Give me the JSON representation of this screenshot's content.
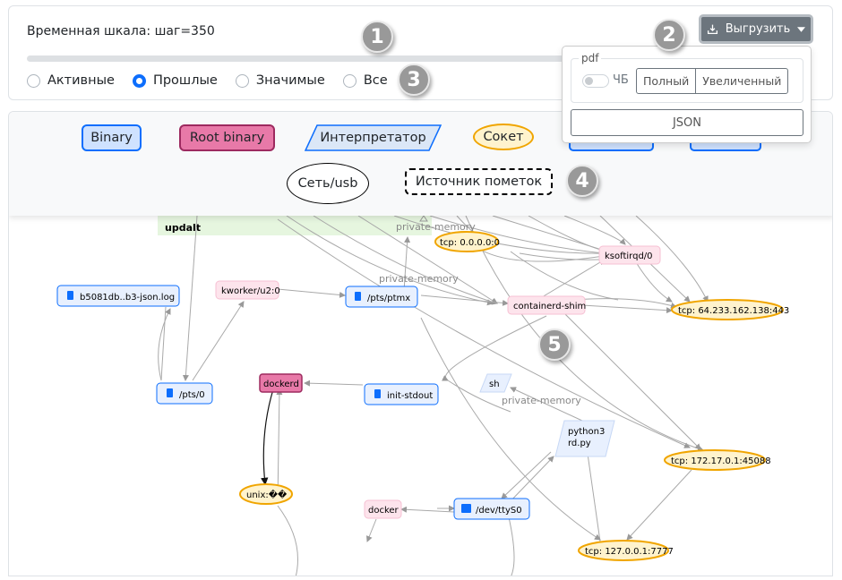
{
  "timeline": {
    "title": "Временная шкала: шаг=350"
  },
  "filters": [
    {
      "label": "Активные",
      "selected": false
    },
    {
      "label": "Прошлые",
      "selected": true
    },
    {
      "label": "Значимые",
      "selected": false
    },
    {
      "label": "Все",
      "selected": false
    }
  ],
  "export": {
    "button_label": "Выгрузить",
    "pdf_legend": "pdf",
    "bw_label": "ЧБ",
    "full_label": "Полный",
    "zoomed_label": "Увеличенный",
    "json_label": "JSON"
  },
  "legend": {
    "binary": "Binary",
    "root_binary": "Root binary",
    "interpreter": "Интерпретатор",
    "socket": "Сокет",
    "net_usb": "Сеть/usb",
    "mark_source": "Источник пометок"
  },
  "badges": [
    "1",
    "2",
    "3",
    "4",
    "5"
  ],
  "graph": {
    "group_label": "updalt",
    "edge_labels": [
      "private-memory",
      "private-memory",
      "private-memory"
    ],
    "nodes": {
      "b5081": "b5081db..b3-json.log",
      "kworker": "kworker/u2:0",
      "ptmx": "/pts/ptmx",
      "containerd": "containerd-shim",
      "pts0": "/pts/0",
      "dockerd": "dockerd",
      "initstdout": "init-stdout",
      "sh": "sh",
      "python": "python3",
      "python2": "rd.py",
      "unix": "unix:��",
      "docker": "docker",
      "ttys0": "/dev/ttyS0",
      "tcp0": "tcp: 0.0.0.0:0",
      "ksoft": "ksoftirqd/0",
      "tcp64": "tcp: 64.233.162.138:443",
      "tcp172": "tcp: 172.17.0.1:45088",
      "tcp127": "tcp: 127.0.0.1:7777"
    }
  },
  "colors": {
    "primary": "#0d6efd",
    "secondary": "#6c757d",
    "root": "#e879a8",
    "socket_border": "#f0a500",
    "socket_fill": "#fff3cd"
  }
}
